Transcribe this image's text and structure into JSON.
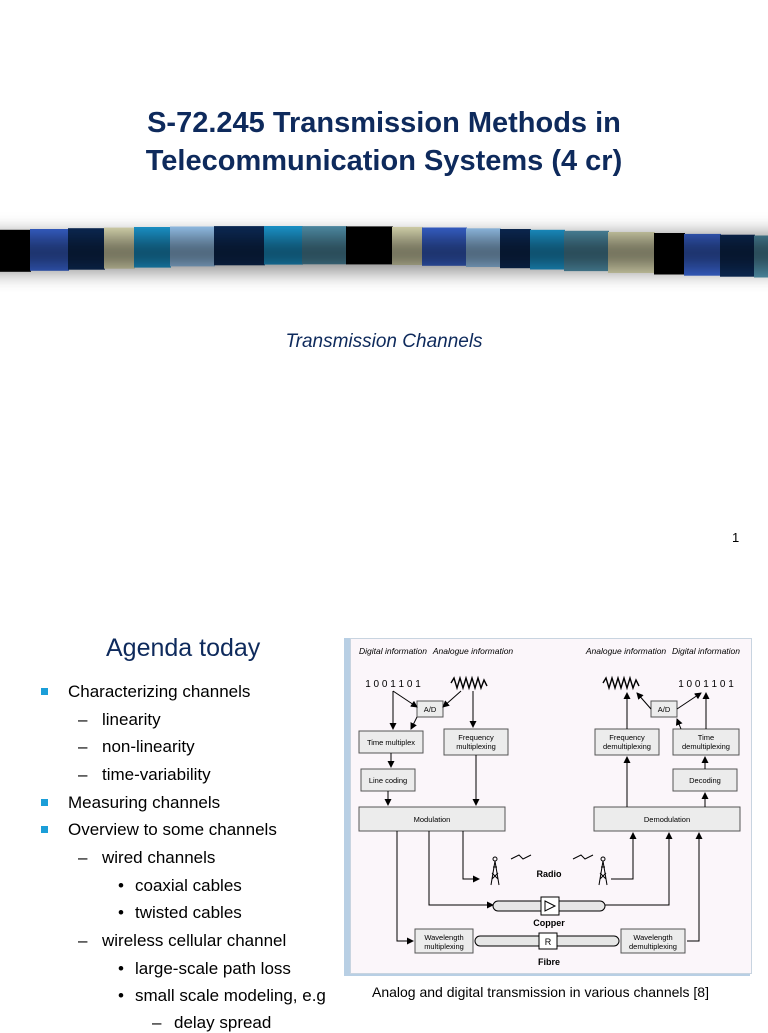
{
  "slide1": {
    "title_line1": "S-72.245 Transmission Methods in",
    "title_line2": "Telecommunication Systems (4 cr)",
    "subtitle": "Transmission Channels",
    "page_number": "1",
    "band_colors": [
      "#000000",
      "#3a66d6",
      "#0d2c5a",
      "#e4e2b8",
      "#1d9ed8",
      "#9ccbf6",
      "#0d2c5a",
      "#1d9ed8",
      "#5394ae",
      "#000000",
      "#e4e2b8",
      "#3a66d6",
      "#9ccbf6",
      "#0d2c5a",
      "#1d9ed8",
      "#5394ae",
      "#e4e2b8",
      "#000000",
      "#3a66d6",
      "#0d2c5a",
      "#5394ae",
      "#9ccbf6"
    ]
  },
  "slide2": {
    "agenda_title": "Agenda today",
    "agenda": [
      {
        "level": 1,
        "text": "Characterizing channels"
      },
      {
        "level": 2,
        "text": "linearity"
      },
      {
        "level": 2,
        "text": "non-linearity"
      },
      {
        "level": 2,
        "text": "time-variability"
      },
      {
        "level": 1,
        "text": "Measuring channels"
      },
      {
        "level": 1,
        "text": "Overview to some channels"
      },
      {
        "level": 2,
        "text": "wired channels"
      },
      {
        "level": 3,
        "text": "coaxial cables"
      },
      {
        "level": 3,
        "text": "twisted cables"
      },
      {
        "level": 2,
        "text": "wireless cellular channel"
      },
      {
        "level": 3,
        "text": "large-scale path loss"
      },
      {
        "level": 3,
        "text": "small scale modeling, e.g"
      },
      {
        "level": 4,
        "text": "delay spread"
      }
    ],
    "figure": {
      "digital_info_left": "Digital information",
      "analogue_info_left": "Analogue information",
      "analogue_info_right": "Analogue information",
      "digital_info_right": "Digital information",
      "bits_left": "1 0 0 1 1 0 1",
      "bits_right": "1 0 0 1 1 0 1",
      "ad_left": "A/D",
      "ad_right": "A/D",
      "time_multiplex": "Time multiplex",
      "frequency_multiplexing": "Frequency multiplexing",
      "frequency_demultiplexing": "Frequency demultiplexing",
      "time_demultiplexing": "Time demultiplexing",
      "line_coding": "Line coding",
      "decoding": "Decoding",
      "modulation": "Modulation",
      "demodulation": "Demodulation",
      "radio": "Radio",
      "copper": "Copper",
      "fibre": "Fibre",
      "wavelength_multiplexing": "Wavelength multiplexing",
      "wavelength_demultiplexing": "Wavelength demultiplexing",
      "repeater_r": "R"
    },
    "caption": "Analog and digital transmission in various channels [8]"
  }
}
